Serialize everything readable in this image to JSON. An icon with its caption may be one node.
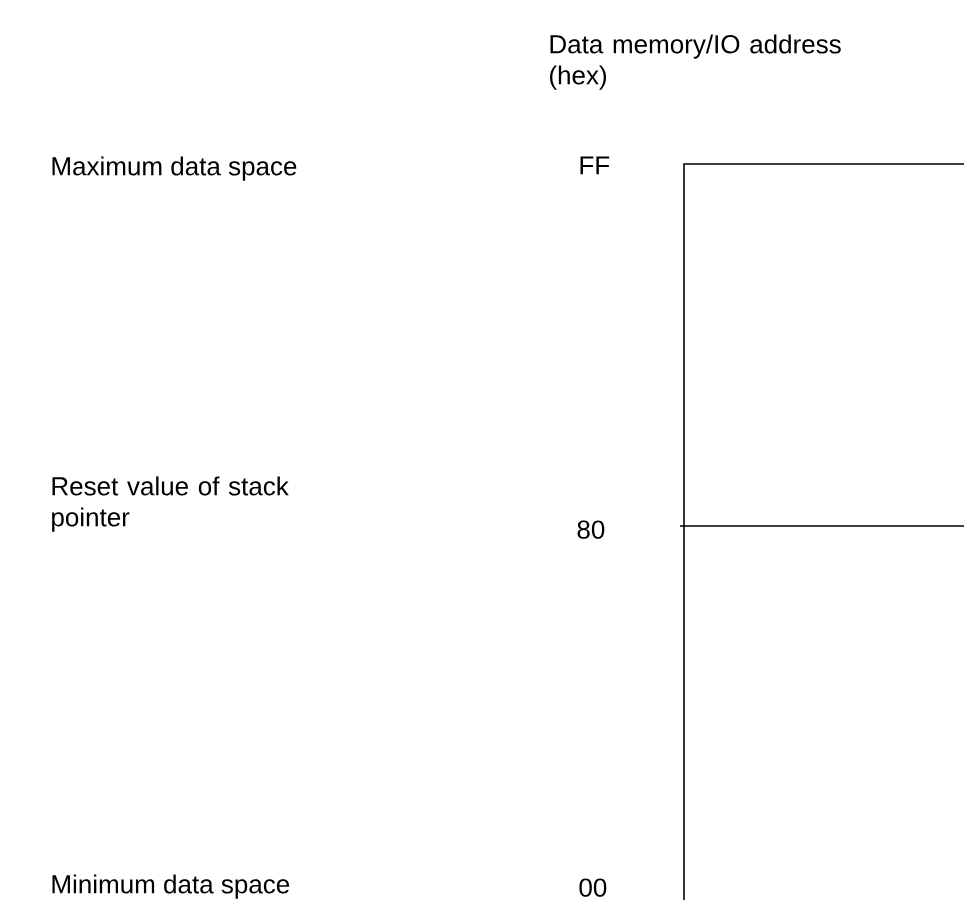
{
  "diagram": {
    "labels": [
      "Data memory/IO address (hex)",
      "Maximum data space",
      "FF",
      "Reset value of stack pointer",
      "80",
      "Minimum data space",
      "00"
    ]
  }
}
